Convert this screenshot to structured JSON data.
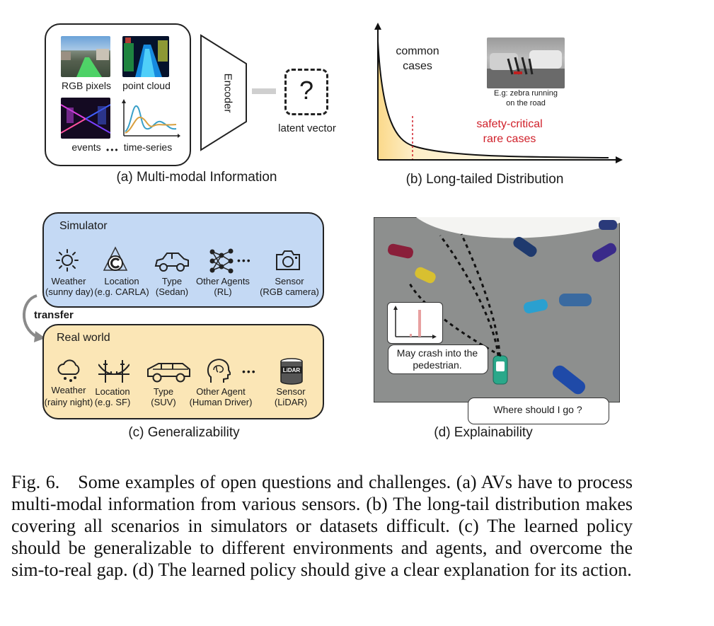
{
  "panel_a": {
    "modalities": [
      "RGB pixels",
      "point cloud",
      "events",
      "time-series"
    ],
    "ellipsis": "•••",
    "encoder_label": "Encoder",
    "latent_symbol": "?",
    "latent_label": "latent vector",
    "caption": "(a) Multi-modal Information"
  },
  "panel_b": {
    "head_label_1": "common",
    "head_label_2": "cases",
    "example_1": "E.g: zebra running",
    "example_2": "on the road",
    "tail_label_1": "safety-critical",
    "tail_label_2": "rare cases",
    "caption": "(b) Long-tailed Distribution",
    "colors": {
      "head_fill": "#fde6a6",
      "tail_text": "#d0202a",
      "divider": "#d0202a"
    }
  },
  "panel_c": {
    "simulator_title": "Simulator",
    "simulator_items": [
      {
        "icon": "sun-icon",
        "label": "Weather",
        "detail": "(sunny day)"
      },
      {
        "icon": "carla-logo-icon",
        "label": "Location",
        "detail": "(e.g. CARLA)"
      },
      {
        "icon": "sedan-icon",
        "label": "Type",
        "detail": "(Sedan)"
      },
      {
        "icon": "neural-network-icon",
        "label": "Other Agents",
        "detail": "(RL)"
      },
      {
        "icon": "camera-icon",
        "label": "Sensor",
        "detail": "(RGB camera)"
      }
    ],
    "transfer_label": "transfer",
    "real_title": "Real world",
    "real_items": [
      {
        "icon": "rain-cloud-icon",
        "label": "Weather",
        "detail": "(rainy night)"
      },
      {
        "icon": "bridge-icon",
        "label": "Location",
        "detail": "(e.g. SF)"
      },
      {
        "icon": "suv-icon",
        "label": "Type",
        "detail": "(SUV)"
      },
      {
        "icon": "brain-head-icon",
        "label": "Other Agent",
        "detail": "(Human Driver)"
      },
      {
        "icon": "lidar-icon",
        "label": "Sensor",
        "detail": "(LiDAR)"
      }
    ],
    "ellipsis": "•••",
    "lidar_text": "LiDAR",
    "caption": "(c) Generalizability",
    "colors": {
      "simulator_bg": "#c4d9f4",
      "real_bg": "#fbe6b6"
    }
  },
  "panel_d": {
    "speech_1": "May crash into the",
    "speech_2": "pedestrian.",
    "question": "Where should I go ?",
    "caption": "(d) Explainability"
  },
  "figure_caption": "Fig. 6. Some examples of open questions and challenges. (a) AVs have to process multi-modal information from various sensors. (b) The long-tail distribution makes covering all scenarios in simulators or datasets difficult. (c) The learned policy should be generalizable to different environments and agents, and overcome the sim-to-real gap. (d) The learned policy should give a clear explanation for its action."
}
